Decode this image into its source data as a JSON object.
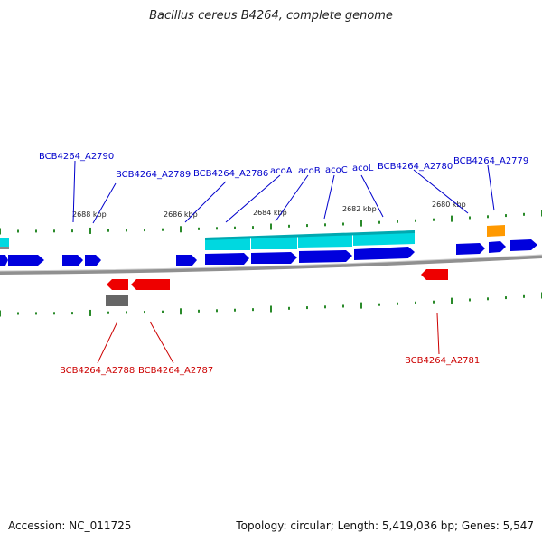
{
  "title": "Bacillus cereus B4264, complete genome",
  "footer": {
    "accession": "Accession: NC_011725",
    "topology": "Topology: circular; Length: 5,419,036 bp; Genes: 5,547"
  },
  "colors": {
    "forward_gene": "#0000dd",
    "reverse_gene": "#ee0000",
    "highlight_operon": "#00d8e0",
    "orange_gene": "#ff9900",
    "pseudo_gene": "#666666",
    "genome_line": "#888888",
    "tick": "#2a8a2a",
    "forward_label": "#0000cc",
    "reverse_label": "#cc0000"
  },
  "kbp_markers": [
    "2688 kbp",
    "2686 kbp",
    "2684 kbp",
    "2682 kbp",
    "2680 kbp"
  ],
  "forward_labels": [
    "BCB4264_A2790",
    "BCB4264_A2789",
    "BCB4264_A2786",
    "acoA",
    "acoB",
    "acoC",
    "acoL",
    "BCB4264_A2780",
    "BCB4264_A2779"
  ],
  "reverse_labels": [
    "BCB4264_A2788",
    "BCB4264_A2787",
    "BCB4264_A2781"
  ]
}
